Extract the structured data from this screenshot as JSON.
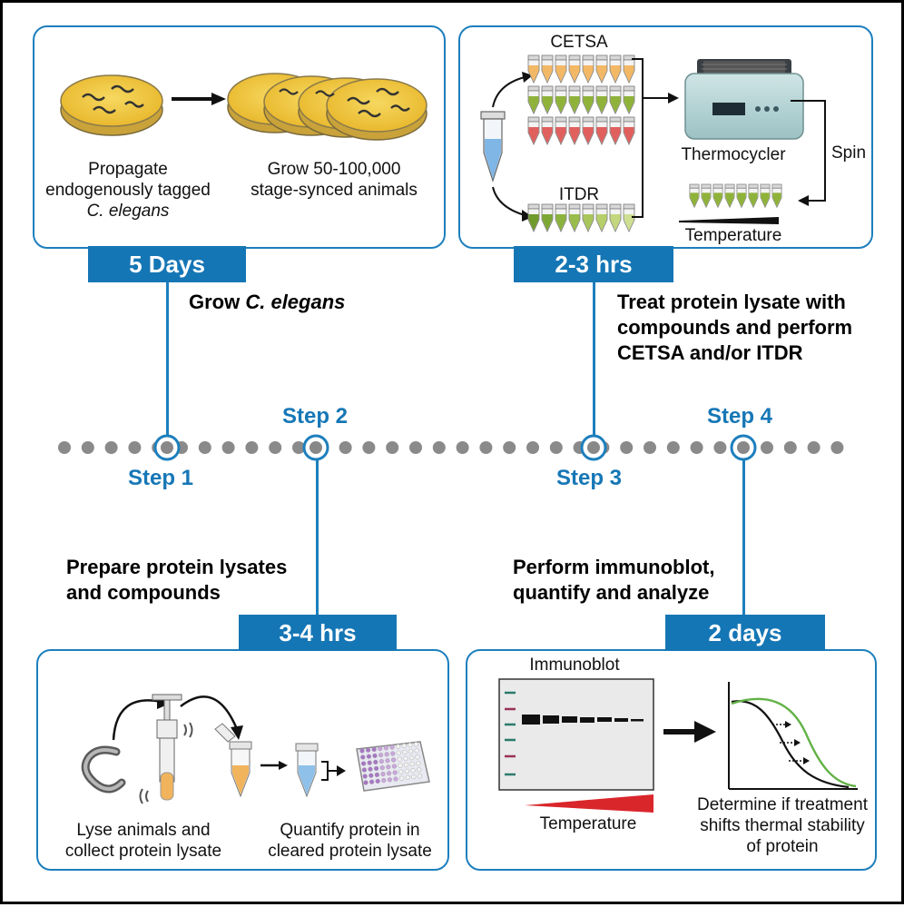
{
  "panels": {
    "grow": {
      "propagate_line1": "Propagate",
      "propagate_line2": "endogenously tagged",
      "propagate_line3": "C. elegans",
      "grow_line1": "Grow 50-100,000",
      "grow_line2": "stage-synced animals",
      "duration": "5 Days"
    },
    "assay": {
      "cetsa_label": "CETSA",
      "itdr_label": "ITDR",
      "thermocycler_label": "Thermocycler",
      "spin_label": "Spin",
      "temperature_label": "Temperature",
      "duration": "2-3 hrs"
    },
    "lysate": {
      "duration": "3-4 hrs",
      "lyse_line1": "Lyse animals and",
      "lyse_line2": "collect protein lysate",
      "quantify_line1": "Quantify protein in",
      "quantify_line2": "cleared protein lysate"
    },
    "analysis": {
      "duration": "2 days",
      "immunoblot_label": "Immunoblot",
      "temperature_label": "Temperature",
      "determine_line1": "Determine if treatment",
      "determine_line2": "shifts thermal stability",
      "determine_line3": "of protein"
    }
  },
  "descriptions": {
    "step1_prefix": "Grow ",
    "step1_species": "C. elegans",
    "step3_line1": "Treat protein lysate with",
    "step3_line2": "compounds and perform",
    "step3_line3": "CETSA and/or ITDR",
    "step2_line1": "Prepare protein lysates",
    "step2_line2": "and compounds",
    "step4_line1": "Perform immunoblot,",
    "step4_line2": "quantify and analyze"
  },
  "timeline": {
    "step1": "Step 1",
    "step2": "Step 2",
    "step3": "Step 3",
    "step4": "Step 4"
  },
  "colors": {
    "accent_blue": "#1576b5",
    "dish_yellow": "#f0c93a",
    "tube_orange": "#f3b866",
    "tube_green": "#8fb33a",
    "tube_red": "#e0605e",
    "curve_green": "#62b246",
    "gradient_red": "#d9262b"
  }
}
